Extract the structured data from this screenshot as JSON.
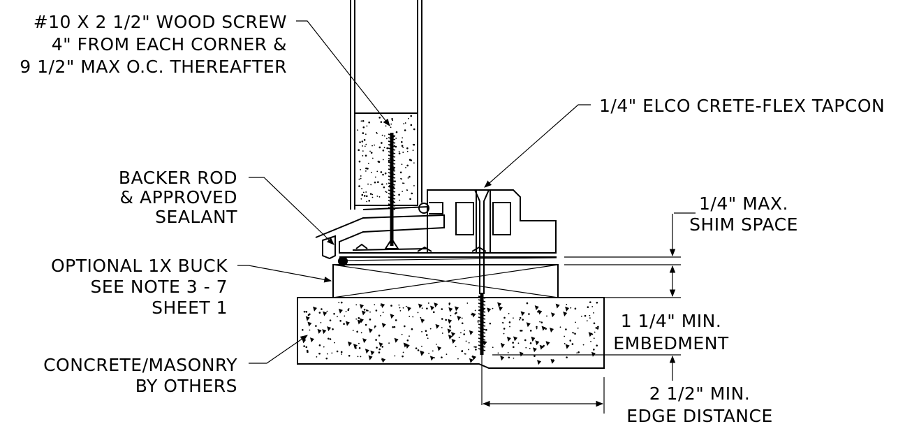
{
  "labels": {
    "wood_screw": [
      "#10 X 2 1/2\" WOOD SCREW",
      "4\" FROM EACH CORNER &",
      "9 1/2\" MAX O.C. THEREAFTER"
    ],
    "tapcon": "1/4\" ELCO CRETE-FLEX TAPCON",
    "backer_rod": [
      "BACKER ROD",
      "& APPROVED",
      "SEALANT"
    ],
    "shim_space": [
      "1/4\" MAX.",
      "SHIM SPACE"
    ],
    "buck": [
      "OPTIONAL 1X BUCK",
      "SEE NOTE 3 - 7",
      "SHEET 1"
    ],
    "embedment": [
      "1 1/4\" MIN.",
      "EMBEDMENT"
    ],
    "concrete": [
      "CONCRETE/MASONRY",
      "BY OTHERS"
    ],
    "edge_distance": [
      "2 1/2\" MIN.",
      "EDGE DISTANCE"
    ]
  }
}
